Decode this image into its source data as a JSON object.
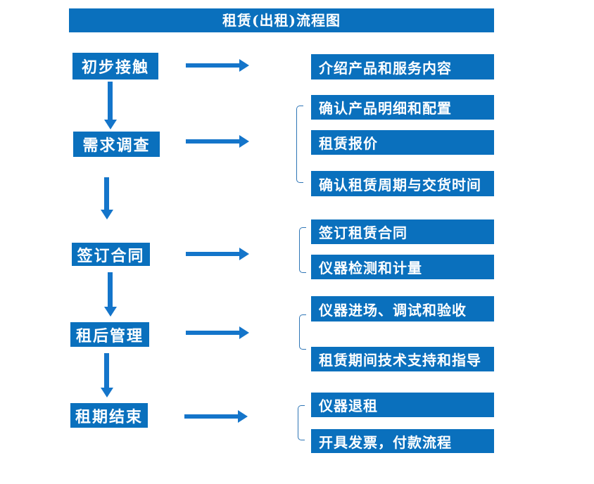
{
  "title": "租赁(出租)流程图",
  "colors": {
    "box_blue": "#0a70bd",
    "arrow_blue": "#1475ca",
    "bracket_blue": "#2e75b6",
    "text_white": "#ffffff"
  },
  "steps": [
    {
      "label": "初步接触"
    },
    {
      "label": "需求调查"
    },
    {
      "label": "签订合同"
    },
    {
      "label": "租后管理"
    },
    {
      "label": "租期结束"
    }
  ],
  "details": [
    {
      "label": "介绍产品和服务内容"
    },
    {
      "label": "确认产品明细和配置"
    },
    {
      "label": "租赁报价"
    },
    {
      "label": "确认租赁周期与交货时间"
    },
    {
      "label": "签订租赁合同"
    },
    {
      "label": "仪器检测和计量"
    },
    {
      "label": "仪器进场、调试和验收"
    },
    {
      "label": "租赁期间技术支持和指导"
    },
    {
      "label": "仪器退租"
    },
    {
      "label": "开具发票，付款流程"
    }
  ]
}
